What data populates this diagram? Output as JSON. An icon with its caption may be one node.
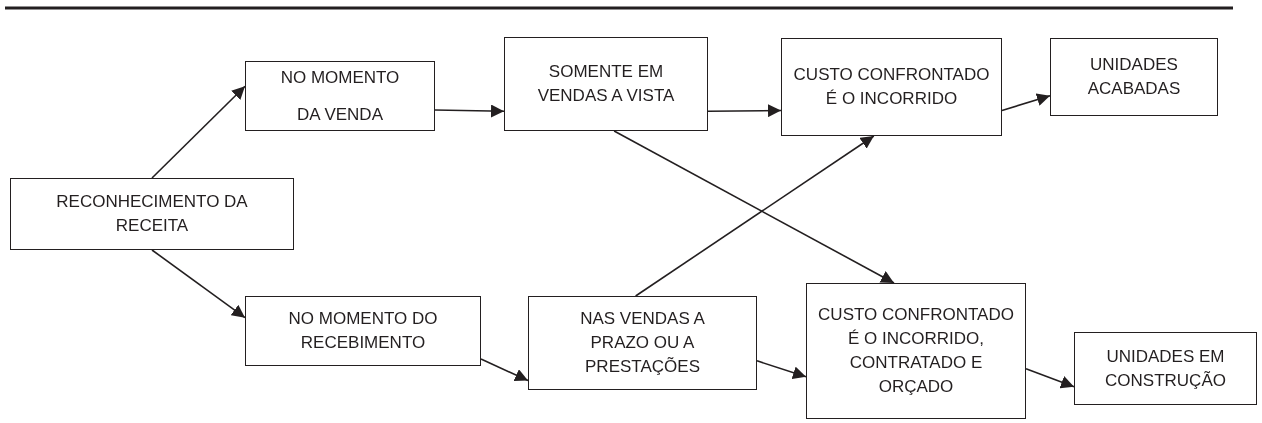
{
  "diagram": {
    "nodes": [
      {
        "text": [
          "RECONHECIMENTO DA RECEITA"
        ]
      },
      {
        "text": [
          "NO MOMENTO DA VENDA"
        ]
      },
      {
        "text": [
          "SOMENTE EM VENDAS A VISTA"
        ]
      },
      {
        "text": [
          "CUSTO CONFRONTADO É O INCORRIDO"
        ]
      },
      {
        "text": [
          "UNIDADES ACABADAS"
        ]
      },
      {
        "text": [
          "NO MOMENTO DO RECEBIMENTO"
        ]
      },
      {
        "text": [
          "NAS VENDAS A PRAZO OU A PRESTAÇÕES"
        ]
      },
      {
        "text": [
          "CUSTO CONFRONTADO É O INCORRIDO, CONTRATADO E ORÇADO"
        ]
      },
      {
        "text": [
          "UNIDADES EM CONSTRUÇÃO"
        ]
      }
    ],
    "edges": [
      {
        "from": 0,
        "to": 1,
        "arrow": "to"
      },
      {
        "from": 0,
        "to": 5,
        "arrow": "to"
      },
      {
        "from": 1,
        "to": 2,
        "arrow": "to"
      },
      {
        "from": 2,
        "to": 3,
        "arrow": "to"
      },
      {
        "from": 3,
        "to": 4,
        "arrow": "to"
      },
      {
        "from": 2,
        "to": 7,
        "arrow": "to"
      },
      {
        "from": 6,
        "to": 3,
        "arrow": "to"
      },
      {
        "from": 5,
        "to": 6,
        "arrow": "to"
      },
      {
        "from": 6,
        "to": 7,
        "arrow": "to"
      },
      {
        "from": 7,
        "to": 8,
        "arrow": "to"
      }
    ]
  }
}
